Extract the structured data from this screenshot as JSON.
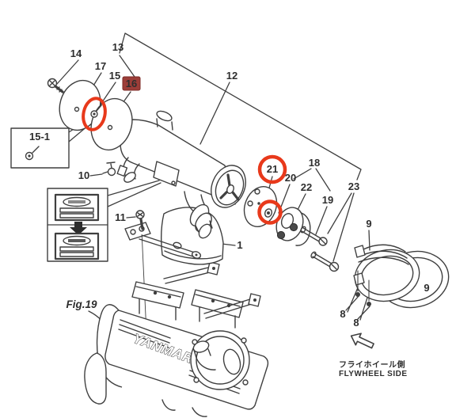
{
  "diagram": {
    "fig_label": "Fig.19",
    "engine_brand_text": "YANMAR",
    "flywheel_note_jp": "フライホイール側",
    "flywheel_note_en": "FLYWHEEL SIDE"
  },
  "parts": {
    "p1": "1",
    "p8": "8",
    "p9": "9",
    "p10": "10",
    "p11": "11",
    "p12": "12",
    "p13": "13",
    "p14": "14",
    "p15": "15",
    "p15_1": "15-1",
    "p16": "16",
    "p17": "17",
    "p18": "18",
    "p19": "19",
    "p20": "20",
    "p21": "21",
    "p22": "22",
    "p23": "23"
  },
  "annotations": {
    "selected_part": "16",
    "circled_parts": [
      "15",
      "21"
    ],
    "colors": {
      "highlight": "#e8391b",
      "selected_bg": "#9c3d38",
      "selected_border": "#7c2a26",
      "selected_text": "#ff3b30",
      "line": "#3f3f3f"
    }
  }
}
